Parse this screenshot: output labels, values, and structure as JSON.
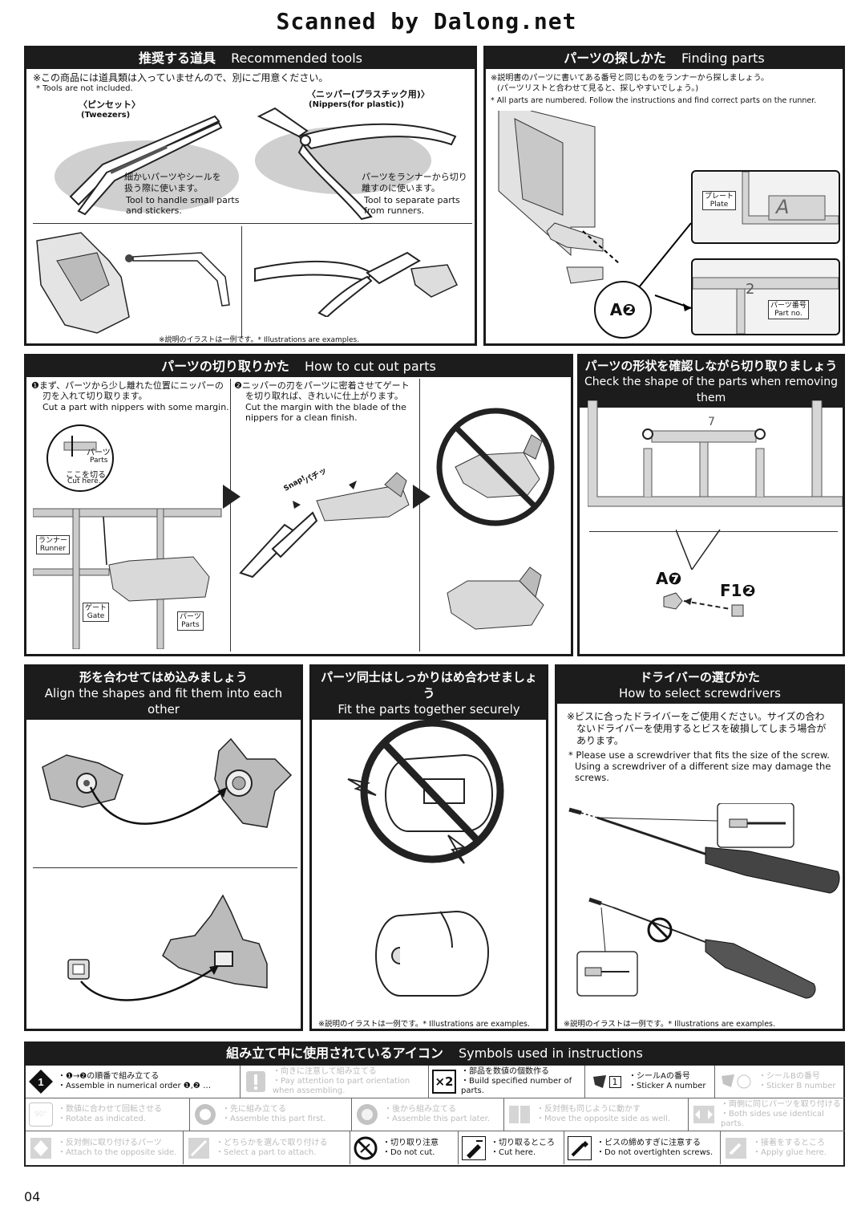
{
  "watermark": "Scanned by Dalong.net",
  "tools": {
    "title_jp": "推奨する道具",
    "title_en": "Recommended tools",
    "note_jp": "※この商品には道具類は入っていませんので、別にご用意ください。",
    "note_en": "* Tools are not included.",
    "tweezers_jp": "〈ピンセット〉",
    "tweezers_en": "(Tweezers)",
    "tweezers_desc_jp1": "細かいパーツやシールを",
    "tweezers_desc_jp2": "扱う際に使います。",
    "tweezers_desc_en1": "Tool to handle small parts",
    "tweezers_desc_en2": "and stickers.",
    "nippers_jp": "〈ニッパー(プラスチック用)〉",
    "nippers_en": "(Nippers(for plastic))",
    "nippers_desc_jp1": "パーツをランナーから切り",
    "nippers_desc_jp2": "離すのに使います。",
    "nippers_desc_en1": "Tool to separate parts",
    "nippers_desc_en2": "from runners.",
    "example": "※説明のイラストは一例です。* Illustrations are examples."
  },
  "finding": {
    "title_jp": "パーツの探しかた",
    "title_en": "Finding parts",
    "note_jp1": "※説明書のパーツに書いてある番号と同じものをランナーから探しましょう。",
    "note_jp2": "(パーツリストと合わせて見ると、探しやすいでしょう。)",
    "note_en": "* All parts are numbered. Follow the instructions and find correct parts on the runner.",
    "plate_jp": "プレート",
    "plate_en": "Plate",
    "plate_letter": "A",
    "partno_jp": "パーツ番号",
    "partno_en": "Part no.",
    "partno_num": "2",
    "callout": "A❷"
  },
  "cut": {
    "title_jp": "パーツの切り取りかた",
    "title_en": "How to cut out parts",
    "step1_jp1": "❶まず、パーツから少し離れた位置にニッパーの",
    "step1_jp2": "刃を入れて切り取ります。",
    "step1_en": "Cut a part with nippers with some margin.",
    "step2_jp1": "❷ニッパーの刃をパーツに密着させてゲート",
    "step2_jp2": "を切り取れば、きれいに仕上がります。",
    "step2_en1": "Cut the margin with the blade of the",
    "step2_en2": "nippers for a clean finish.",
    "parts_jp": "パーツ",
    "parts_en": "Parts",
    "cut_jp": "ここを切る",
    "cut_en": "Cut here.",
    "runner_jp": "ランナー",
    "runner_en": "Runner",
    "gate_jp": "ゲート",
    "gate_en": "Gate",
    "snap_jp": "パチッ",
    "snap_en": "Snap!"
  },
  "shape": {
    "title_jp": "パーツの形状を確認しながら切り取りましょう",
    "title_en": "Check the shape of the parts when removing them",
    "runner_num": "7",
    "callout_a": "A❼",
    "callout_f": "F1❷"
  },
  "align": {
    "title_jp": "形を合わせてはめ込みましょう",
    "title_en": "Align the shapes and fit them into each other"
  },
  "secure": {
    "title_jp": "パーツ同士はしっかりはめ合わせましょう",
    "title_en": "Fit the parts together securely",
    "example": "※説明のイラストは一例です。* Illustrations are examples."
  },
  "driver": {
    "title_jp": "ドライバーの選びかた",
    "title_en": "How to select screwdrivers",
    "note_jp1": "※ビスに合ったドライバーをご使用ください。サイズの合わ",
    "note_jp2": "ないドライバーを使用するとビスを破損してしまう場合が",
    "note_jp3": "あります。",
    "note_en1": "* Please use a screwdriver that fits the size of the screw.",
    "note_en2": "Using a screwdriver of a different size may damage the",
    "note_en3": "screws.",
    "example": "※説明のイラストは一例です。* Illustrations are examples."
  },
  "symbols": {
    "title_jp": "組み立て中に使用されているアイコン",
    "title_en": "Symbols used in instructions",
    "items": [
      {
        "jp": "・❶→❷の順番で組み立てる",
        "en": "・Assemble in numerical order ❶,❷ …",
        "icon": "step-number-icon",
        "active": true
      },
      {
        "jp": "・向きに注意して組み立てる",
        "en": "・Pay attention to part orientation when assembling.",
        "icon": "exclamation-icon",
        "active": false
      },
      {
        "jp": "・部品を数値の個数作る",
        "en": "・Build specified number of parts.",
        "icon": "multiply-two-icon",
        "active": true
      },
      {
        "jp": "・シールAの番号",
        "en": "・Sticker A number",
        "icon": "sticker-a-icon",
        "active": true
      },
      {
        "jp": "・シールBの番号",
        "en": "・Sticker B number",
        "icon": "sticker-b-icon",
        "active": false
      },
      {
        "jp": "・数値に合わせて回転させる",
        "en": "・Rotate as indicated.",
        "icon": "rotate-icon",
        "active": false
      },
      {
        "jp": "・先に組み立てる",
        "en": "・Assemble this part first.",
        "icon": "assemble-first-icon",
        "active": false
      },
      {
        "jp": "・後から組み立てる",
        "en": "・Assemble this part later.",
        "icon": "assemble-later-icon",
        "active": false
      },
      {
        "jp": "・反対側も同じように動かす",
        "en": "・Move the opposite side as well.",
        "icon": "move-opposite-icon",
        "active": false
      },
      {
        "jp": "・両側に同じパーツを取り付ける",
        "en": "・Both sides use identical parts.",
        "icon": "both-sides-icon",
        "active": false
      },
      {
        "jp": "・反対側に取り付けるパーツ",
        "en": "・Attach to the opposite side.",
        "icon": "opposite-side-icon",
        "active": false
      },
      {
        "jp": "・どちらかを選んで取り付ける",
        "en": "・Select a part to attach.",
        "icon": "select-part-icon",
        "active": false
      },
      {
        "jp": "・切り取り注意",
        "en": "・Do not cut.",
        "icon": "do-not-cut-icon",
        "active": true
      },
      {
        "jp": "・切り取るところ",
        "en": "・Cut here.",
        "icon": "cut-here-icon",
        "active": true
      },
      {
        "jp": "・ビスの締めすぎに注意する",
        "en": "・Do not overtighten screws.",
        "icon": "overtighten-icon",
        "active": true
      },
      {
        "jp": "・接着をするところ",
        "en": "・Apply glue here.",
        "icon": "glue-icon",
        "active": false
      }
    ],
    "step_icon": "1",
    "x2_icon": "×2",
    "sticker_num": "1",
    "rotate_label": "90°"
  },
  "page_number": "04"
}
